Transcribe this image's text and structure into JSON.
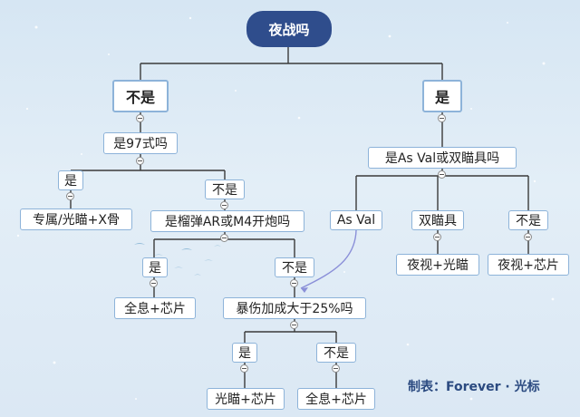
{
  "diagram": {
    "root": "夜战吗",
    "nodes": {
      "no": "不是",
      "yes": "是",
      "q97": "是97式吗",
      "q97_yes": "是",
      "q97_no": "不是",
      "leaf_97": "专属/光瞄+X骨",
      "q_grenade": "是榴弹AR或M4开炮吗",
      "g_yes": "是",
      "g_no": "不是",
      "leaf_g_yes": "全息+芯片",
      "q_crit": "暴伤加成大于25%吗",
      "crit_yes": "是",
      "crit_no": "不是",
      "leaf_crit_yes": "光瞄+芯片",
      "leaf_crit_no": "全息+芯片",
      "q_asval": "是As Val或双瞄具吗",
      "asval": "As Val",
      "dual": "双瞄具",
      "other": "不是",
      "leaf_dual": "夜视+光瞄",
      "leaf_other": "夜视+芯片"
    },
    "credit": "制表：Forever · 光标"
  },
  "colors": {
    "root_fill": "#2f4d8c",
    "node_border": "#8db3d9",
    "line": "#3a3a3a",
    "arrow": "#8a8fd8",
    "credit": "#2b4a80"
  }
}
